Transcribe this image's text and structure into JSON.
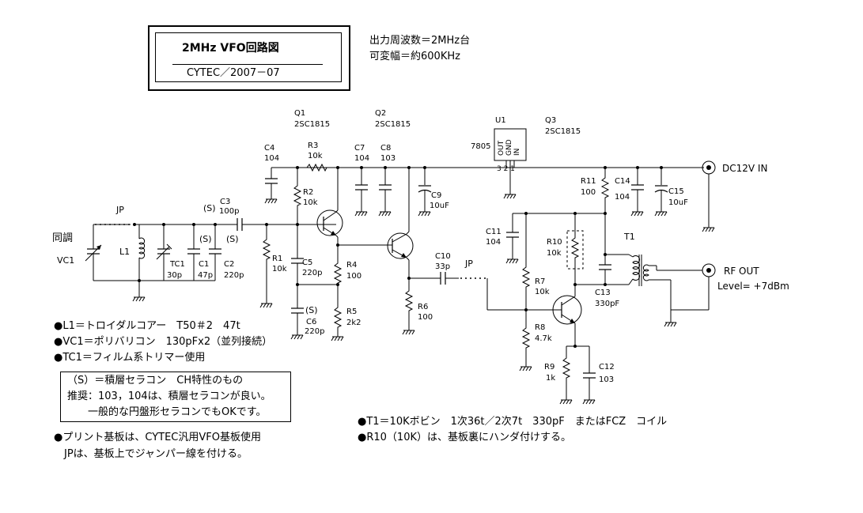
{
  "title_box": {
    "title": "2MHz  VFO回路図",
    "subtitle": "CYTEC／2007－07"
  },
  "specs": {
    "line1": "出力周波数＝2MHz台",
    "line2": "可変幅＝約600KHz"
  },
  "labels": {
    "dousho": "同調",
    "vc1": "VC1",
    "jp1": "JP",
    "jp2": "JP",
    "l1": "L1",
    "tc1": "TC1",
    "tc1_val": "30p",
    "c1": "C1",
    "c1_val": "47p",
    "c2": "C2",
    "c2_val": "220p",
    "s1": "(S)",
    "s2": "(S)",
    "s3": "(S)",
    "s4": "(S)",
    "c3": "C3",
    "c3_val": "100p",
    "r1": "R1",
    "r1_val": "10k",
    "c4": "C4",
    "c4_val": "104",
    "r3": "R3",
    "r3_val": "10k",
    "q1": "Q1",
    "q1_part": "2SC1815",
    "q2": "Q2",
    "q2_part": "2SC1815",
    "r2": "R2",
    "r2_val": "10k",
    "c5": "C5",
    "c5_val": "220p",
    "c6": "C6",
    "c6_val": "220p",
    "r4": "R4",
    "r4_val": "100",
    "r5": "R5",
    "r5_val": "2k2",
    "c7": "C7",
    "c7_val": "104",
    "c8": "C8",
    "c8_val": "103",
    "c9": "C9",
    "c9_val": "10uF",
    "r6": "R6",
    "r6_val": "100",
    "c10": "C10",
    "c10_val": "33p",
    "u1": "U1",
    "u1_part": "7805",
    "u1_pins": [
      "OUT",
      "GND",
      "IN"
    ],
    "q3": "Q3",
    "q3_part": "2SC1815",
    "r11": "R11",
    "r11_val": "100",
    "c14": "C14",
    "c14_val": "104",
    "c15": "C15",
    "c15_val": "10uF",
    "dc_in": "DC12V IN",
    "c11": "C11",
    "c11_val": "104",
    "r10": "R10",
    "r10_val": "10k",
    "t1": "T1",
    "rf_out": "RF OUT",
    "level": "Level= +7dBm",
    "r7": "R7",
    "r7_val": "10k",
    "c13": "C13",
    "c13_val": "330pF",
    "r8": "R8",
    "r8_val": "4.7k",
    "r9": "R9",
    "r9_val": "1k",
    "c12": "C12",
    "c12_val": "103",
    "pin_marks": "3 2 1"
  },
  "notes_left": [
    "●L1＝トロイダルコアー　T50＃2　47t",
    "●VC1＝ポリバリコン　130pFx2（並列接続）",
    "●TC1＝フィルム系トリマー使用"
  ],
  "notes_box": {
    "line1": "（S）＝積層セラコン　CH特性のもの",
    "line2": "推奨：103，104は、積層セラコンが良い。",
    "line3": "　　一般的な円盤形セラコンでもOKです。"
  },
  "notes_bottom_left": [
    "●プリント基板は、CYTEC汎用VFO基板使用",
    "　JPは、基板上でジャンパー線を付ける。"
  ],
  "notes_bottom_right": [
    "●T1＝10Kボビン　1次36t／2次7t　330pF　またはFCZ　コイル",
    "●R10（10K）は、基板裏にハンダ付けする。"
  ]
}
